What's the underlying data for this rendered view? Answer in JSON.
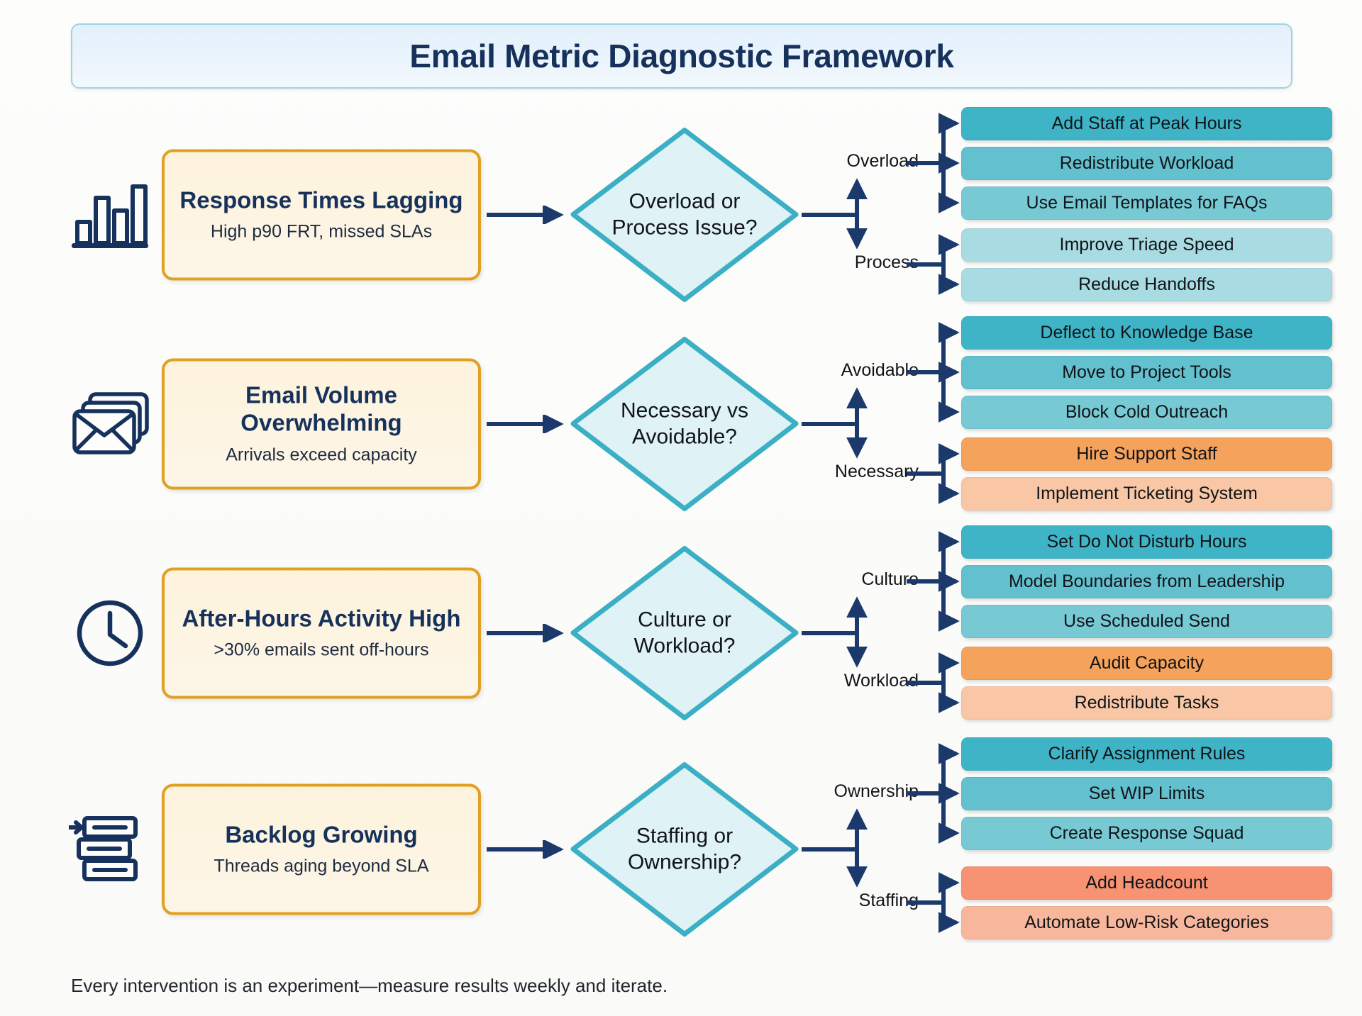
{
  "title": "Email Metric Diagnostic Framework",
  "footer": "Every intervention is an experiment—measure results weekly and iterate.",
  "colors": {
    "title_text": "#16325c",
    "problem_border": "#e0a024",
    "problem_fill": "#fdf4e2",
    "diamond_border": "#3bafc4",
    "diamond_fill": "#dff2f6",
    "connector": "#1b3a6b",
    "teal_dark": "#3eb4c6",
    "teal_mid": "#69c3d0",
    "teal_light": "#a9dce2",
    "orange_dark": "#f5a25c",
    "orange_light": "#f9c7a6",
    "coral_dark": "#f79273",
    "coral_light": "#f8b79c"
  },
  "rows": [
    {
      "icon": "bar-chart-icon",
      "problem": {
        "title": "Response Times Lagging",
        "subtitle": "High p90 FRT, missed SLAs"
      },
      "decision": "Overload or Process Issue?",
      "branches": [
        {
          "label": "Overload",
          "actions": [
            {
              "label": "Add Staff at Peak Hours",
              "color": "#3eb4c6"
            },
            {
              "label": "Redistribute Workload",
              "color": "#63c0ce"
            },
            {
              "label": "Use Email Templates for FAQs",
              "color": "#77c9d4"
            }
          ]
        },
        {
          "label": "Process",
          "actions": [
            {
              "label": "Improve Triage Speed",
              "color": "#a9dce2"
            },
            {
              "label": "Reduce Handoffs",
              "color": "#a9dce2"
            }
          ]
        }
      ]
    },
    {
      "icon": "stacked-envelopes-icon",
      "problem": {
        "title": "Email Volume Overwhelming",
        "subtitle": "Arrivals exceed capacity"
      },
      "decision": "Necessary vs Avoidable?",
      "branches": [
        {
          "label": "Avoidable",
          "actions": [
            {
              "label": "Deflect to Knowledge Base",
              "color": "#3eb4c6"
            },
            {
              "label": "Move to Project Tools",
              "color": "#63c0ce"
            },
            {
              "label": "Block Cold Outreach",
              "color": "#77c9d4"
            }
          ]
        },
        {
          "label": "Necessary",
          "actions": [
            {
              "label": "Hire Support Staff",
              "color": "#f5a25c"
            },
            {
              "label": "Implement Ticketing System",
              "color": "#f9c7a6"
            }
          ]
        }
      ]
    },
    {
      "icon": "clock-icon",
      "problem": {
        "title": "After-Hours Activity High",
        "subtitle": ">30% emails sent off-hours"
      },
      "decision": "Culture or Workload?",
      "branches": [
        {
          "label": "Culture",
          "actions": [
            {
              "label": "Set Do Not Disturb Hours",
              "color": "#3eb4c6"
            },
            {
              "label": "Model Boundaries from Leadership",
              "color": "#63c0ce"
            },
            {
              "label": "Use Scheduled Send",
              "color": "#77c9d4"
            }
          ]
        },
        {
          "label": "Workload",
          "actions": [
            {
              "label": "Audit Capacity",
              "color": "#f5a25c"
            },
            {
              "label": "Redistribute Tasks",
              "color": "#f9c7a6"
            }
          ]
        }
      ]
    },
    {
      "icon": "backlog-stack-icon",
      "problem": {
        "title": "Backlog Growing",
        "subtitle": "Threads aging beyond SLA"
      },
      "decision": "Staffing or Ownership?",
      "branches": [
        {
          "label": "Ownership",
          "actions": [
            {
              "label": "Clarify Assignment Rules",
              "color": "#3eb4c6"
            },
            {
              "label": "Set WIP Limits",
              "color": "#63c0ce"
            },
            {
              "label": "Create Response Squad",
              "color": "#77c9d4"
            }
          ]
        },
        {
          "label": "Staffing",
          "actions": [
            {
              "label": "Add Headcount",
              "color": "#f79273"
            },
            {
              "label": "Automate Low-Risk Categories",
              "color": "#f8b79c"
            }
          ]
        }
      ]
    }
  ]
}
